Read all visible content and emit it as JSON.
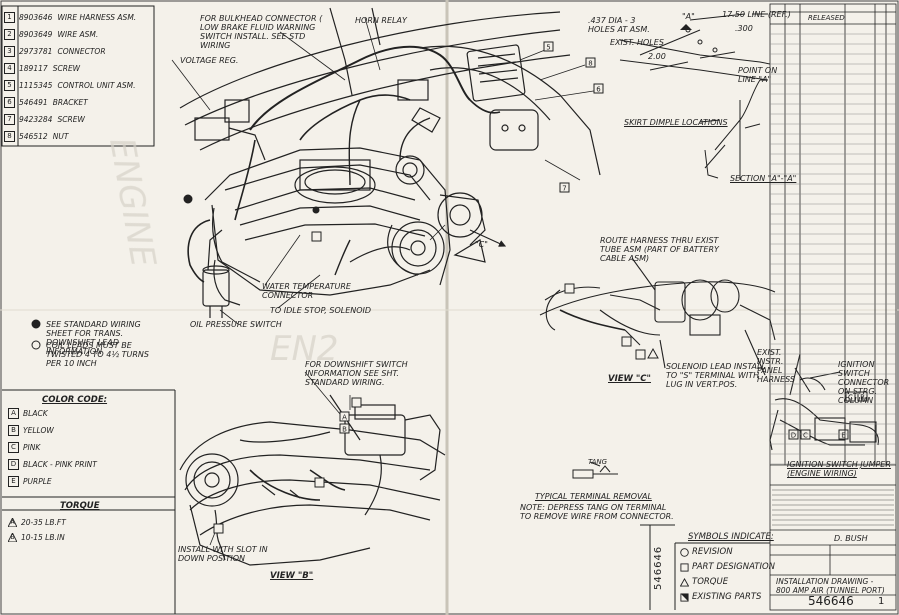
{
  "parts_list": [
    {
      "num": "1",
      "number": "8903646",
      "desc": "WIRE HARNESS ASM."
    },
    {
      "num": "2",
      "number": "8903649",
      "desc": "WIRE ASM."
    },
    {
      "num": "3",
      "number": "2973781",
      "desc": "CONNECTOR"
    },
    {
      "num": "4",
      "number": "189117",
      "desc": "SCREW"
    },
    {
      "num": "5",
      "number": "1115345",
      "desc": "CONTROL UNIT ASM."
    },
    {
      "num": "6",
      "number": "546491",
      "desc": "BRACKET"
    },
    {
      "num": "7",
      "number": "9423284",
      "desc": "SCREW"
    },
    {
      "num": "8",
      "number": "546512",
      "desc": "NUT"
    }
  ],
  "notes": {
    "standard_wiring": "SEE STANDARD WIRING SHEET FOR TRANS. DOWNSHIFT LEAD INFORMATION",
    "coil_leads": "COIL LEADS MUST BE TWISTED 4 TO 4½ TURNS PER 10 INCH"
  },
  "color_code": {
    "title": "COLOR CODE:",
    "items": [
      {
        "code": "A",
        "label": "BLACK"
      },
      {
        "code": "B",
        "label": "YELLOW"
      },
      {
        "code": "C",
        "label": "PINK"
      },
      {
        "code": "D",
        "label": "BLACK - PINK PRINT"
      },
      {
        "code": "E",
        "label": "PURPLE"
      }
    ]
  },
  "torque": {
    "title": "TORQUE",
    "items": [
      {
        "code": "A",
        "label": "20-35 LB.FT"
      },
      {
        "code": "B",
        "label": "10-15 LB.IN"
      }
    ]
  },
  "callouts": {
    "bulkhead": "FOR BULKHEAD CONNECTOR ( LOW BRAKE FLUID WARNING SWITCH INSTALL. SEE STD WIRING",
    "horn_relay": "HORN RELAY",
    "voltage_reg": "VOLTAGE REG.",
    "water_temp": "WATER TEMPERATURE CONNECTOR",
    "idle_stop": "TO IDLE STOP, SOLENOID",
    "oil_pressure": "OIL PRESSURE SWITCH",
    "downshift": "FOR DOWNSHIFT SWITCH INFORMATION SEE SHT. STANDARD WIRING.",
    "install_slot": "INSTALL WITH SLOT IN DOWN POSITION",
    "view_b": "VIEW \"B\"",
    "view_c": "VIEW \"C\"",
    "route_harness": "ROUTE HARNESS THRU EXIST TUBE ASM (PART OF BATTERY CABLE ASM)",
    "solenoid_lead": "SOLENOID LEAD INSTALL TO \"S\" TERMINAL WITH LUG IN VERT.POS.",
    "exist_inst": "EXIST. INSTR. PANEL HARNESS",
    "ignition_conn": "IGNITION SWITCH CONNECTOR ON STRG. COLUMN",
    "ignition_jumper": "IGNITION SWITCH JUMPER (ENGINE WIRING)",
    "tang": "TANG",
    "terminal_removal_title": "TYPICAL TERMINAL REMOVAL",
    "terminal_removal_note": "NOTE: DEPRESS TANG ON TERMINAL TO REMOVE WIRE FROM CONNECTOR.",
    "holes": ".437 DIA - 3 HOLES AT ASM.",
    "exist_holes": "EXIST. HOLES",
    "section_a": "\"A\"",
    "dim_1750": "17.50 LINE (REF.)",
    "dim_300": ".300",
    "dim_200": "2.00",
    "point_on_line": "POINT ON LINE \"A\"",
    "skirt_dimple": "SKIRT DIMPLE LOCATIONS",
    "section_aa": "SECTION \"A\"-\"A\"",
    "view_c_arrow": "\"C\""
  },
  "symbols": {
    "title": "SYMBOLS INDICATE:",
    "items": [
      {
        "shape": "circle",
        "label": "REVISION"
      },
      {
        "shape": "square",
        "label": "PART DESIGNATION"
      },
      {
        "shape": "triangle",
        "label": "TORQUE"
      },
      {
        "shape": "check",
        "label": "EXISTING PARTS"
      }
    ]
  },
  "title_block": {
    "drawing_title": "INSTALLATION DRAWING - 800 AMP AIR (TUNNEL PORT)",
    "drawing_number": "546646",
    "released": "RELEASED",
    "drawn_by": "D. BUSH",
    "sheet": "1",
    "side_number": "546646"
  }
}
